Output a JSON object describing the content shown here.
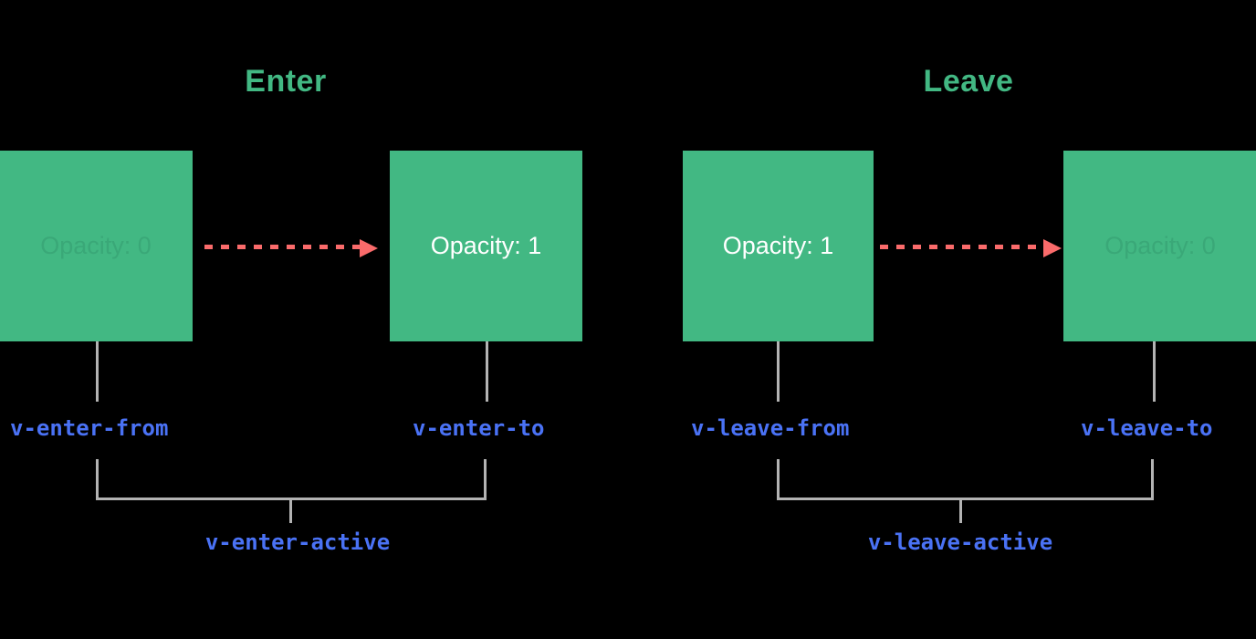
{
  "background_color": "#000000",
  "palette": {
    "box_green": "#42b883",
    "heading_green": "#42b883",
    "arrow_red": "#fa6b6b",
    "class_blue": "#4a72f5",
    "connector_gray": "#b3b3b3",
    "box_text_white": "#ffffff",
    "box_text_faded": "#3aa878"
  },
  "diagram": {
    "type": "transition-lifecycle",
    "phases": [
      {
        "id": "enter",
        "title": "Enter",
        "from": {
          "box_label": "Opacity: 0",
          "opacity_value": 0,
          "faded": true,
          "class_name": "v-enter-from"
        },
        "to": {
          "box_label": "Opacity: 1",
          "opacity_value": 1,
          "faded": false,
          "class_name": "v-enter-to"
        },
        "arrow": {
          "icon": "dashed-right-arrow-icon",
          "direction": "right",
          "style": "dashed"
        },
        "active_class": "v-enter-active"
      },
      {
        "id": "leave",
        "title": "Leave",
        "from": {
          "box_label": "Opacity: 1",
          "opacity_value": 1,
          "faded": false,
          "class_name": "v-leave-from"
        },
        "to": {
          "box_label": "Opacity: 0",
          "opacity_value": 0,
          "faded": true,
          "class_name": "v-leave-to"
        },
        "arrow": {
          "icon": "dashed-right-arrow-icon",
          "direction": "right",
          "style": "dashed"
        },
        "active_class": "v-leave-active"
      }
    ]
  }
}
